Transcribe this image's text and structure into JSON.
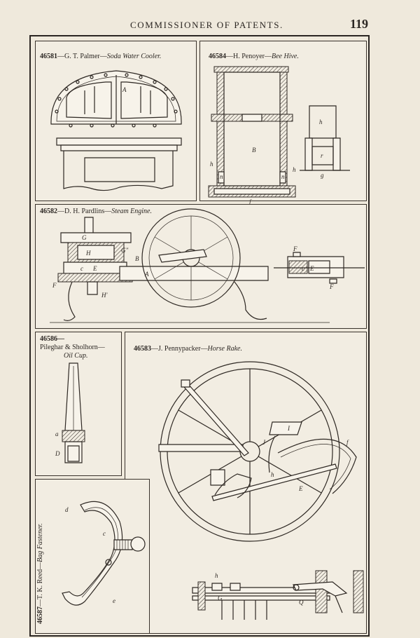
{
  "header": {
    "running_title": "COMMISSIONER OF PATENTS.",
    "page_number": "119"
  },
  "panels": [
    {
      "id": "46581",
      "number": "46581",
      "inventor": "—G. T. Palmer—",
      "title": "Soda Water Cooler.",
      "labels": [
        "A"
      ]
    },
    {
      "id": "46584",
      "number": "46584",
      "inventor": "—H. Penoyer—",
      "title": "Bee Hive.",
      "labels": [
        "B",
        "h",
        "n",
        "h",
        "n",
        "h",
        "r",
        "g",
        "f"
      ]
    },
    {
      "id": "46582",
      "number": "46582",
      "inventor": "—D. H. Pardlins—",
      "title": "Steam Engine.",
      "labels": [
        "G",
        "H",
        "G\"",
        "c",
        "E",
        "F",
        "A",
        "B",
        "F",
        "H'",
        "F",
        "c",
        "E",
        "F"
      ]
    },
    {
      "id": "46586",
      "number": "46586—",
      "inventor": "Pileghar & Sholhorn—",
      "title": "Oil Cup.",
      "labels": [
        "a",
        "D"
      ]
    },
    {
      "id": "46583",
      "number": "46583",
      "inventor": "—J. Pennypacker—",
      "title": "Horse Rake.",
      "labels": [
        "I",
        "J",
        "f",
        "E",
        "h",
        "q",
        "h",
        "G",
        "Q"
      ]
    },
    {
      "id": "46587",
      "number": "46587",
      "inventor": "—T. K. Reed—",
      "title": "Bag Fastener.",
      "labels": [
        "d",
        "c",
        "e"
      ]
    }
  ]
}
